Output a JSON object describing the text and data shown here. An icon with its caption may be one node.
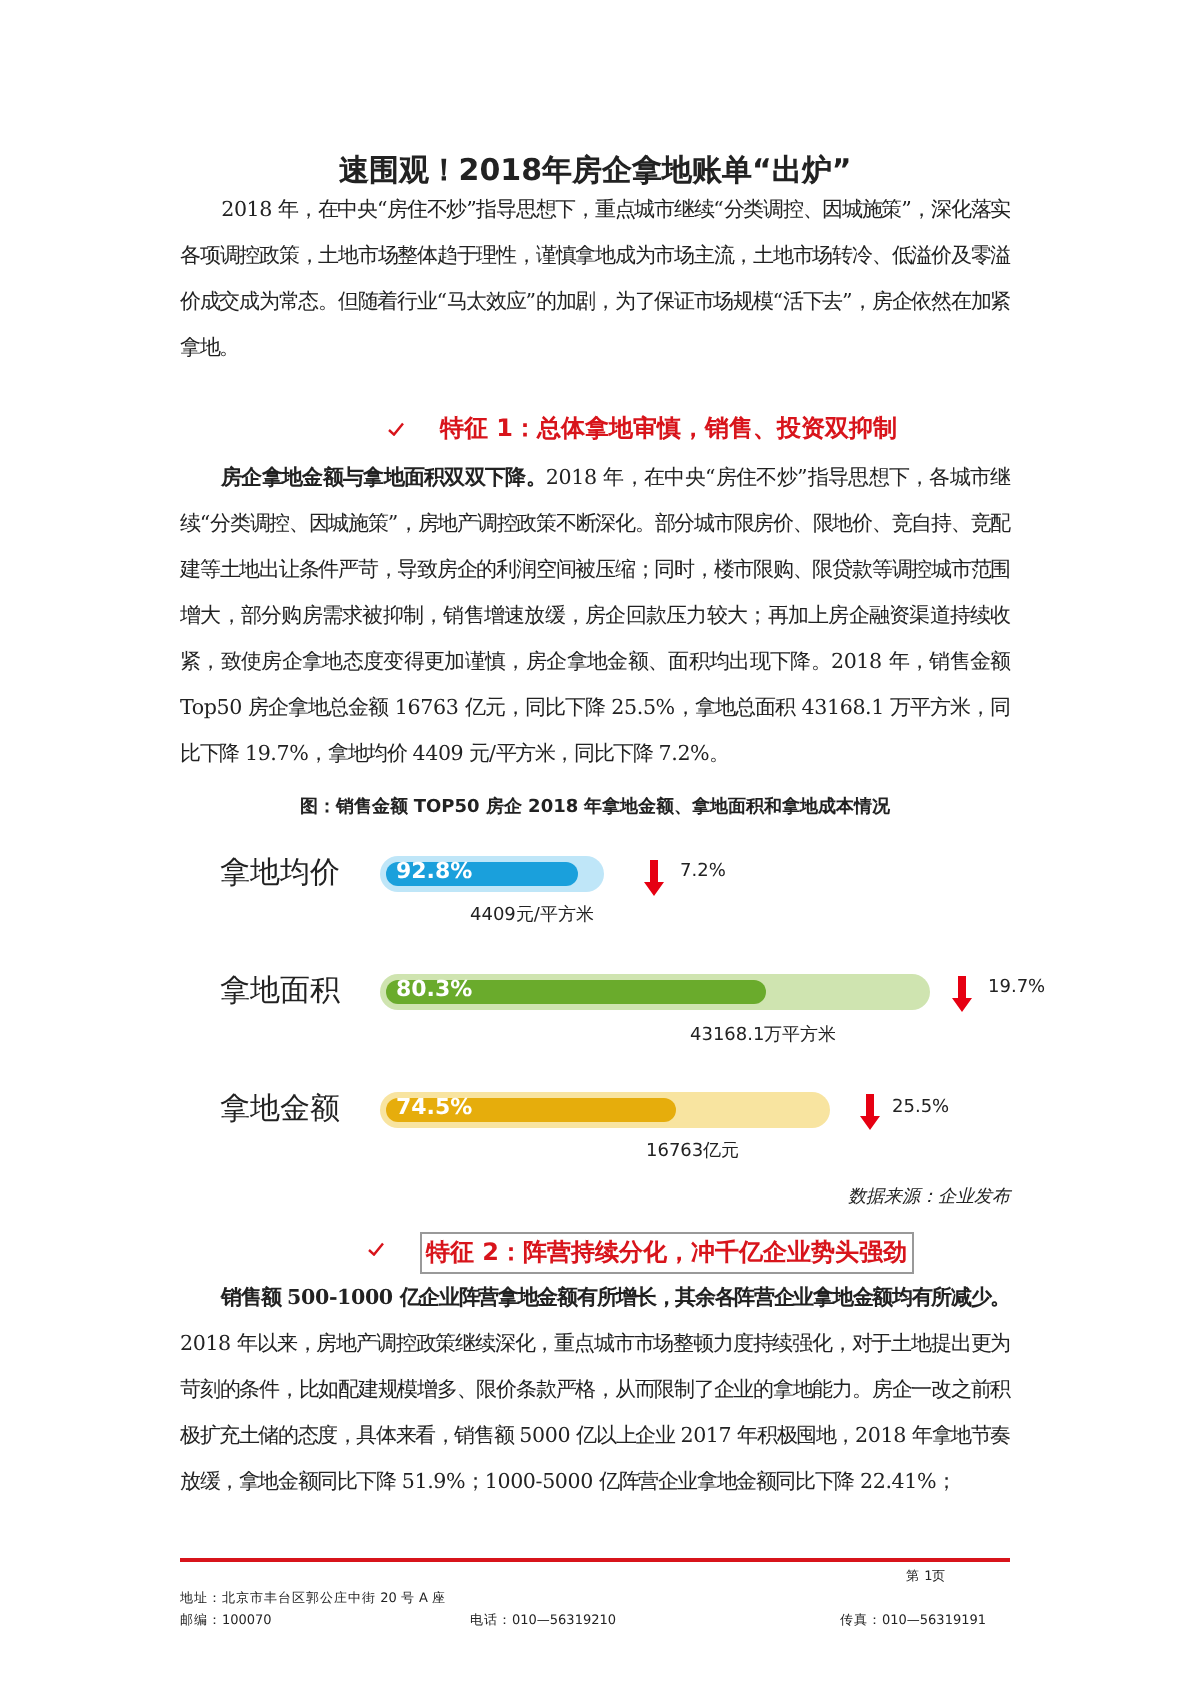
{
  "diagram": {
    "title": "速围观！2018年房企拿地账单“出炉”",
    "labels": [
      "2018 年，在中央“房住不炒”指导思想下，重点城市继续“分类调控、因城施策”，深化落实各项调控政策，土地市场整体趋于理性，谨慎拿地成为市场主流，土地市场转冷、低溢价及零溢价成交成为常态。但随着行业“马太效应”的加剧，为了保证市场规模“活下去”，房企依然在加紧拿地。",
      "特征 1：总体拿地审慎，销售、投资双抑制",
      "**房企拿地金额与拿地面积双双下降。**2018 年，在中央“房住不炒”指导思想下，各城市继续“分类调控、因城施策”，房地产调控政策不断深化。部分城市限房价、限地价、竞自持、竞配建等土地出让条件严苛，导致房企的利润空间被压缩；同时，楼市限购、限贷款等调控城市范围增大，部分购房需求被抑制，销售增速放缓，房企回款压力较大；再加上房企融资渠道持续收紧，致使房企拿地态度变得更加谨慎，房企拿地金额、面积均出现下降。2018 年，销售金额 Top50 房企拿地总金额 16763 亿元，同比下降 25.5%，拿地总面积 43168.1 万平方米，同比下降 19.7%，拿地均价 4409 元/平方米，同比下降 7.2%。",
      "图：销售金额 TOP50 房企 2018 年拿地金额、拿地面积和拿地成本情况",
      "拿地均价",
      "92.8%",
      "7.2%",
      "4409元/平方米",
      "拿地面积",
      "80.3%",
      "19.7%",
      "43168.1万平方米",
      "拿地金额",
      "74.5%",
      "25.5%",
      "16763亿元",
      "数据来源：企业发布",
      "特征 2：阵营持续分化，冲千亿企业势头强劲",
      "**销售额 500-1000 亿企业阵营拿地金额有所增长，其余各阵营企业拿地金额均有所减少。**2018 年以来，房地产调控政策继续深化，重点城市市场整顿力度持续强化，对于土地提出更为苛刻的条件，比如配建规模增多、限价条款严格，从而限制了企业的拿地能力。房企一改之前积极扩充土储的态度，具体来看，销售额 5000 亿以上企业 2017 年积极囤地，2018 年拿地节奏放缓，拿地金额同比下降 51.9%；1000-5000 亿阵营企业拿地金额同比下降 22.41%；",
      "第 1页",
      "地址：北京市丰台区郭公庄中街 20 号 A 座",
      "邮编：100070",
      "电话：010—56319210",
      "传真：010—56319191"
    ]
  }
}
